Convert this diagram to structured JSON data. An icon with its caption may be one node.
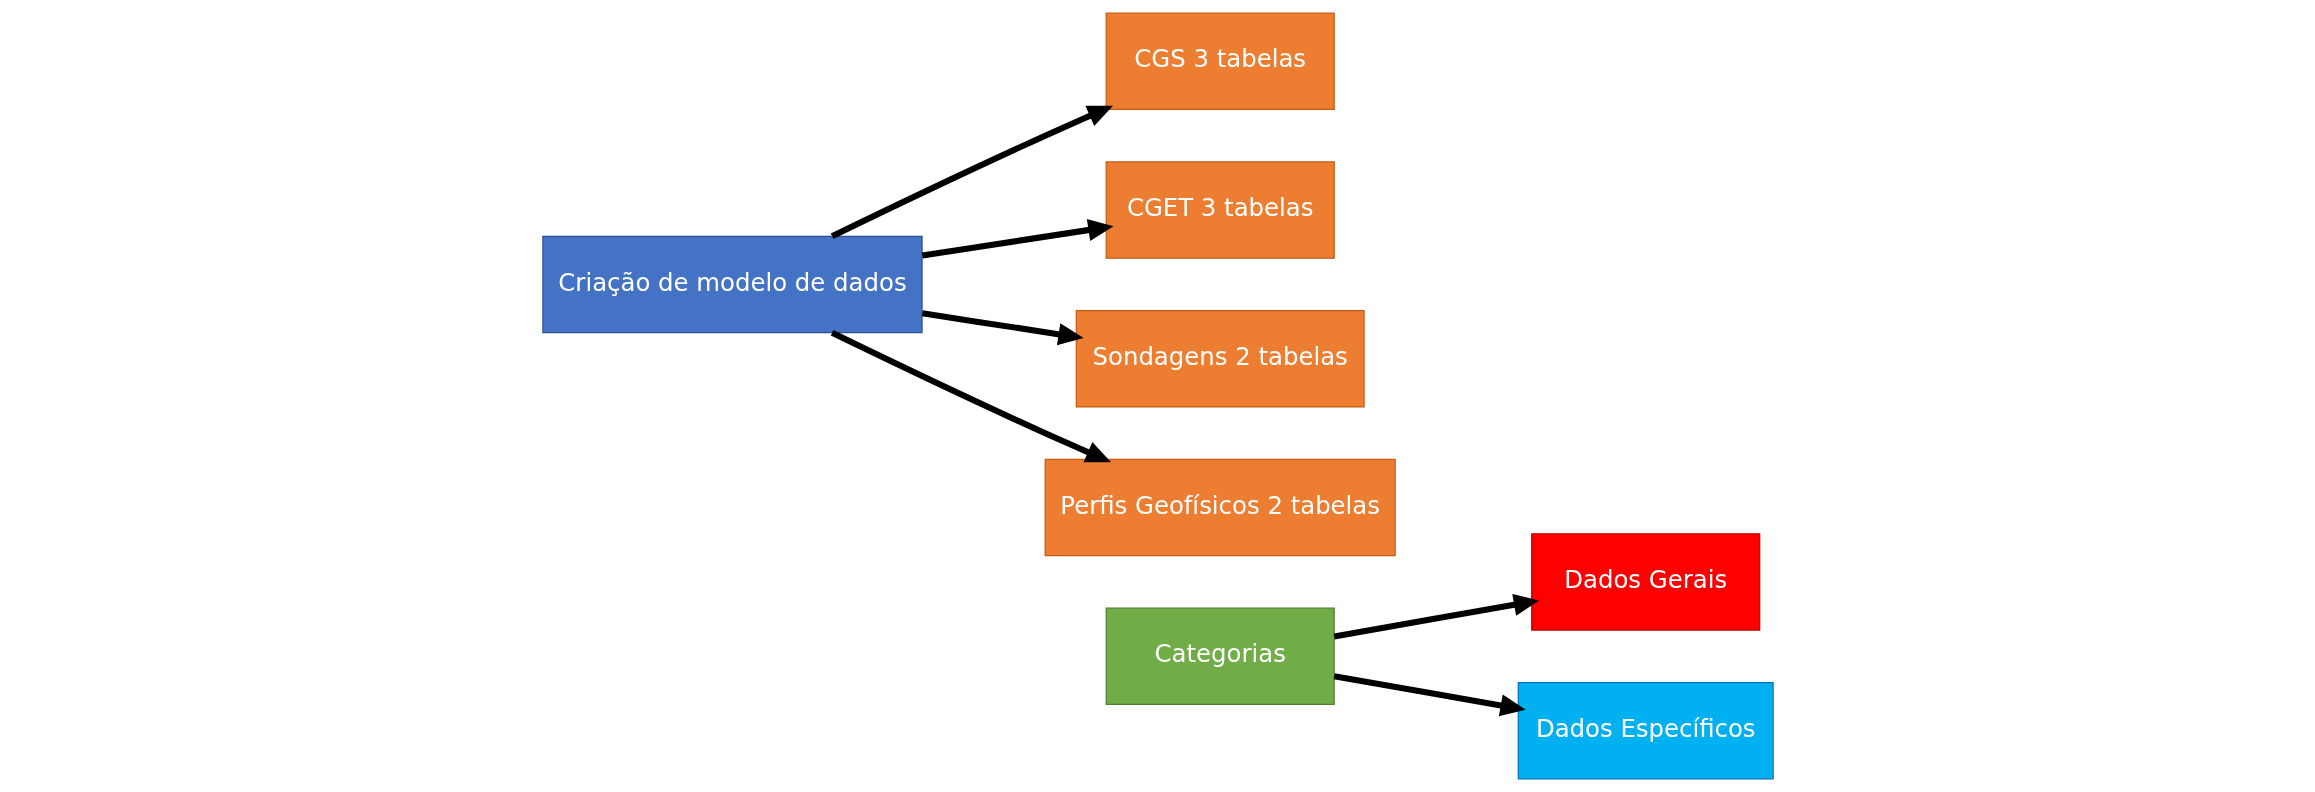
{
  "diagram": {
    "nodes": [
      {
        "text": [
          "CGS 3 tabelas"
        ]
      },
      {
        "text": [
          "CGET 3 tabelas"
        ]
      },
      {
        "text": [
          "Criação de modelo de dados"
        ]
      },
      {
        "text": [
          "Sondagens 2 tabelas"
        ]
      },
      {
        "text": [
          "Perfis Geofísicos 2 tabelas"
        ]
      },
      {
        "text": [
          "Categorias"
        ]
      },
      {
        "text": [
          "Dados Gerais"
        ]
      },
      {
        "text": [
          "Dados Específicos"
        ]
      }
    ],
    "edges": [
      {
        "from": 2,
        "to": 0,
        "arrow": "to"
      },
      {
        "from": 2,
        "to": 1,
        "arrow": "to"
      },
      {
        "from": 2,
        "to": 3,
        "arrow": "to"
      },
      {
        "from": 2,
        "to": 4,
        "arrow": "to"
      },
      {
        "from": 5,
        "to": 6,
        "arrow": "to"
      },
      {
        "from": 5,
        "to": 7,
        "arrow": "to"
      }
    ]
  }
}
